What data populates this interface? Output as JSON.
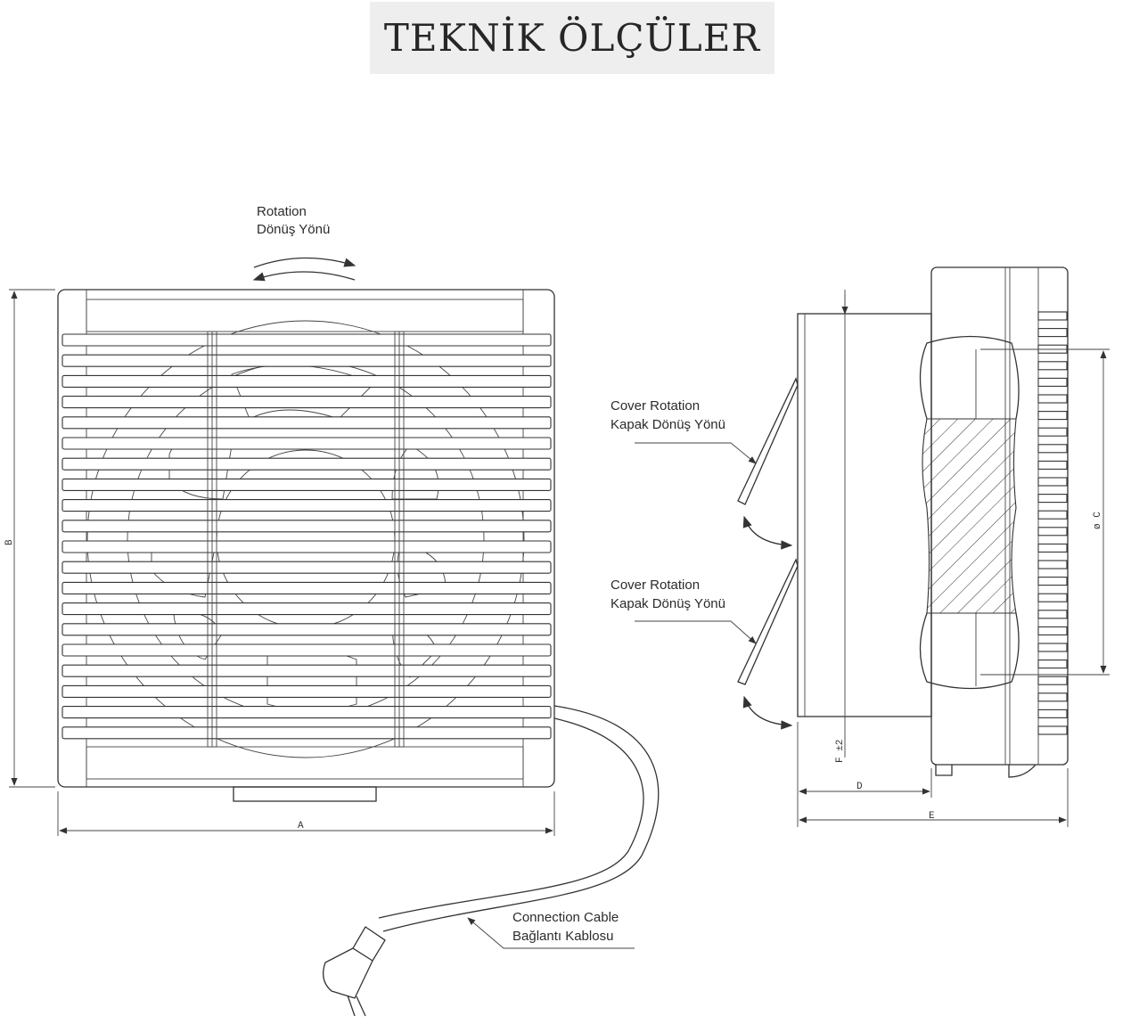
{
  "title": "TEKNİK ÖLÇÜLER",
  "labels": {
    "rotation_en": "Rotation",
    "rotation_tr": "Dönüş Yönü",
    "cover1_en": "Cover Rotation",
    "cover1_tr": "Kapak Dönüş Yönü",
    "cover2_en": "Cover Rotation",
    "cover2_tr": "Kapak Dönüş Yönü",
    "cable_en": "Connection Cable",
    "cable_tr": "Bağlantı Kablosu"
  },
  "dimensions": {
    "a": "A",
    "b": "B",
    "c": "ø C",
    "d": "D",
    "e": "E",
    "f": "F ±2"
  }
}
